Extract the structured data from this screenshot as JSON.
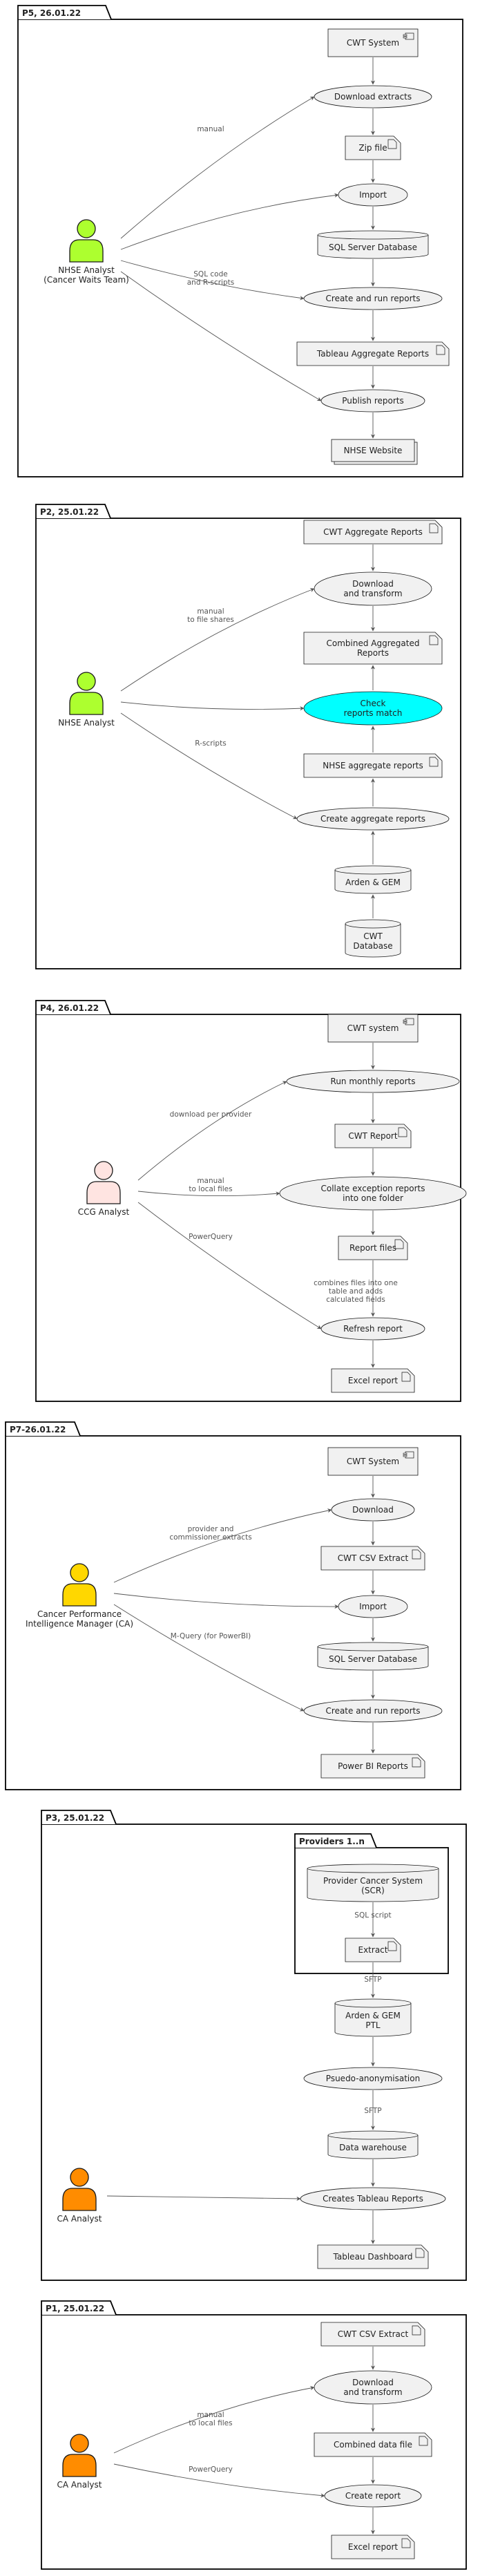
{
  "packages": [
    {
      "id": "p5",
      "title": "P5, 26.01.22",
      "actor": {
        "lines": [
          "NHSE Analyst",
          "(Cancer Waits Team)"
        ],
        "color": "#adff2f"
      },
      "nodes": [
        {
          "id": "cwt",
          "shape": "component",
          "lines": [
            "CWT System"
          ]
        },
        {
          "id": "dl",
          "shape": "usecase",
          "lines": [
            "Download extracts"
          ]
        },
        {
          "id": "zip",
          "shape": "artifact",
          "lines": [
            "Zip file"
          ]
        },
        {
          "id": "imp",
          "shape": "usecase",
          "lines": [
            "Import"
          ]
        },
        {
          "id": "sql",
          "shape": "database",
          "lines": [
            "SQL Server Database"
          ]
        },
        {
          "id": "crr",
          "shape": "usecase",
          "lines": [
            "Create and run reports"
          ]
        },
        {
          "id": "tab",
          "shape": "artifact",
          "lines": [
            "Tableau Aggregate Reports"
          ]
        },
        {
          "id": "pub",
          "shape": "usecase",
          "lines": [
            "Publish reports"
          ]
        },
        {
          "id": "web",
          "shape": "collections",
          "lines": [
            "NHSE Website"
          ]
        }
      ],
      "edges": [
        {
          "label": [
            "manual"
          ]
        },
        {
          "label": []
        },
        {
          "label": [
            "SQL code",
            "and R-scripts"
          ]
        },
        {
          "label": []
        }
      ]
    },
    {
      "id": "p2",
      "title": "P2, 25.01.22",
      "actor": {
        "lines": [
          "NHSE Analyst"
        ],
        "color": "#adff2f"
      },
      "nodes": [
        {
          "id": "car",
          "shape": "artifact",
          "lines": [
            "CWT Aggregate Reports"
          ]
        },
        {
          "id": "dt",
          "shape": "usecase",
          "lines": [
            "Download",
            "and transform"
          ]
        },
        {
          "id": "cmb",
          "shape": "artifact",
          "lines": [
            "Combined Aggregated",
            "Reports"
          ]
        },
        {
          "id": "chk",
          "shape": "usecase",
          "lines": [
            "Check",
            "reports match"
          ],
          "fill": "#00ffff"
        },
        {
          "id": "nar",
          "shape": "artifact",
          "lines": [
            "NHSE aggregate reports"
          ]
        },
        {
          "id": "car2",
          "shape": "usecase",
          "lines": [
            "Create aggregate reports"
          ]
        },
        {
          "id": "ag",
          "shape": "database",
          "lines": [
            "Arden & GEM"
          ]
        },
        {
          "id": "cdb",
          "shape": "database",
          "lines": [
            "CWT",
            "Database"
          ]
        }
      ],
      "edges": [
        {
          "label": [
            "manual",
            "to file shares"
          ]
        },
        {
          "label": []
        },
        {
          "label": [
            "R-scripts"
          ]
        }
      ]
    },
    {
      "id": "p4",
      "title": "P4, 26.01.22",
      "actor": {
        "lines": [
          "CCG Analyst"
        ],
        "color": "#ffe4e1"
      },
      "nodes": [
        {
          "id": "cwt",
          "shape": "component",
          "lines": [
            "CWT system"
          ]
        },
        {
          "id": "rmr",
          "shape": "usecase",
          "lines": [
            "Run monthly reports"
          ]
        },
        {
          "id": "rep",
          "shape": "artifact",
          "lines": [
            "CWT Report"
          ]
        },
        {
          "id": "col",
          "shape": "usecase",
          "lines": [
            "Collate exception reports",
            "into one folder"
          ]
        },
        {
          "id": "rf",
          "shape": "artifact",
          "lines": [
            "Report files"
          ]
        },
        {
          "id": "ref",
          "shape": "usecase",
          "lines": [
            "Refresh report"
          ]
        },
        {
          "id": "xl",
          "shape": "artifact",
          "lines": [
            "Excel report"
          ]
        }
      ],
      "edges": [
        {
          "label": [
            "download per provider"
          ]
        },
        {
          "label": [
            "manual",
            "to local files"
          ]
        },
        {
          "label": [
            "PowerQuery"
          ]
        }
      ],
      "notes": [
        [
          "combines files into one",
          "table and adds",
          "calculated fields"
        ]
      ]
    },
    {
      "id": "p7",
      "title": "P7-26.01.22",
      "actor": {
        "lines": [
          "Cancer Performance",
          "Intelligence Manager (CA)"
        ],
        "color": "#ffd700"
      },
      "nodes": [
        {
          "id": "cwt",
          "shape": "component",
          "lines": [
            "CWT System"
          ]
        },
        {
          "id": "dl",
          "shape": "usecase",
          "lines": [
            "Download"
          ]
        },
        {
          "id": "csv",
          "shape": "artifact",
          "lines": [
            "CWT CSV Extract"
          ]
        },
        {
          "id": "imp",
          "shape": "usecase",
          "lines": [
            "Import"
          ]
        },
        {
          "id": "sql",
          "shape": "database",
          "lines": [
            "SQL Server Database"
          ]
        },
        {
          "id": "crr",
          "shape": "usecase",
          "lines": [
            "Create and run reports"
          ]
        },
        {
          "id": "pbi",
          "shape": "artifact",
          "lines": [
            "Power BI Reports"
          ]
        }
      ],
      "edges": [
        {
          "label": [
            "provider and",
            "commissioner extracts"
          ]
        },
        {
          "label": []
        },
        {
          "label": [
            "M-Query (for PowerBI)"
          ]
        }
      ]
    },
    {
      "id": "p3",
      "title": "P3, 25.01.22",
      "subpackage": "Providers 1..n",
      "actor": {
        "lines": [
          "CA Analyst"
        ],
        "color": "#ff8c00"
      },
      "nodes": [
        {
          "id": "pcs",
          "shape": "database",
          "lines": [
            "Provider Cancer System",
            "(SCR)"
          ]
        },
        {
          "id": "ext",
          "shape": "artifact",
          "lines": [
            "Extract"
          ]
        },
        {
          "id": "ptl",
          "shape": "database",
          "lines": [
            "Arden & GEM",
            "PTL"
          ]
        },
        {
          "id": "psa",
          "shape": "usecase",
          "lines": [
            "Psuedo-anonymisation"
          ]
        },
        {
          "id": "dw",
          "shape": "database",
          "lines": [
            "Data warehouse"
          ]
        },
        {
          "id": "ctr",
          "shape": "usecase",
          "lines": [
            "Creates Tableau Reports"
          ]
        },
        {
          "id": "td",
          "shape": "artifact",
          "lines": [
            "Tableau Dashboard"
          ]
        }
      ],
      "flow_labels": [
        "SQL script",
        "SFTP",
        "SFTP"
      ]
    },
    {
      "id": "p1",
      "title": "P1, 25.01.22",
      "actor": {
        "lines": [
          "CA Analyst"
        ],
        "color": "#ff8c00"
      },
      "nodes": [
        {
          "id": "csv",
          "shape": "artifact",
          "lines": [
            "CWT CSV Extract"
          ]
        },
        {
          "id": "dt",
          "shape": "usecase",
          "lines": [
            "Download",
            "and transform"
          ]
        },
        {
          "id": "cdf",
          "shape": "artifact",
          "lines": [
            "Combined data file"
          ]
        },
        {
          "id": "cr",
          "shape": "usecase",
          "lines": [
            "Create report"
          ]
        },
        {
          "id": "xl",
          "shape": "artifact",
          "lines": [
            "Excel report"
          ]
        }
      ],
      "edges": [
        {
          "label": [
            "manual",
            "to local files"
          ]
        },
        {
          "label": [
            "PowerQuery"
          ]
        }
      ]
    }
  ],
  "colors": {
    "node_fill": "#f1f1f1",
    "node_stroke": "#181818",
    "edge": "#555555",
    "package_stroke": "#000000"
  }
}
